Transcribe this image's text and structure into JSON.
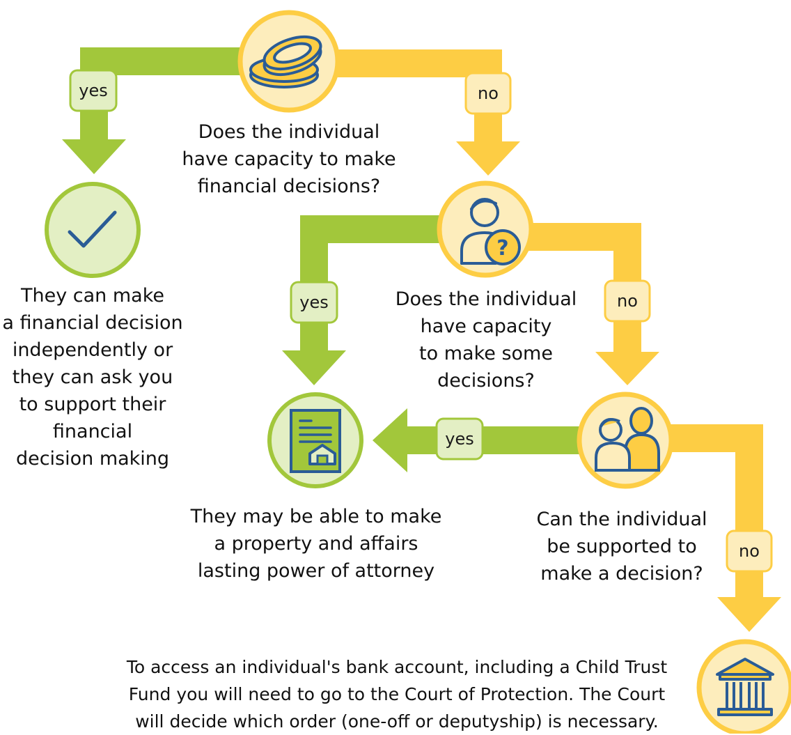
{
  "colors": {
    "green": "#a2c73b",
    "green_light": "#e3efc4",
    "yellow": "#fdcd44",
    "yellow_light": "#fdedbc",
    "icon_blue": "#2a5c96"
  },
  "labels": {
    "yes": "yes",
    "no": "no"
  },
  "nodes": {
    "q1": {
      "icon": "coins-icon",
      "lines": [
        "Does the individual",
        "have capacity to make",
        "financial decisions?"
      ]
    },
    "outcome_independent": {
      "icon": "checkmark-icon",
      "lines": [
        "They can make",
        "a financial decision",
        "independently or",
        "they can ask you",
        "to support their",
        "financial",
        "decision making"
      ]
    },
    "q2": {
      "icon": "person-question-icon",
      "lines": [
        "Does the individual",
        "have capacity",
        "to make some",
        "decisions?"
      ]
    },
    "outcome_lpa": {
      "icon": "document-house-icon",
      "lines": [
        "They may be able to make",
        "a property and affairs",
        "lasting power of attorney"
      ]
    },
    "q3": {
      "icon": "supporter-pair-icon",
      "lines": [
        "Can the individual",
        "be supported to",
        "make a decision?"
      ]
    },
    "outcome_court": {
      "icon": "courthouse-icon",
      "lines": [
        "To access an individual's bank account, including a Child Trust",
        "Fund you will need to go to the Court of Protection. The Court",
        "will decide which order (one-off or deputyship) is necessary."
      ]
    }
  }
}
